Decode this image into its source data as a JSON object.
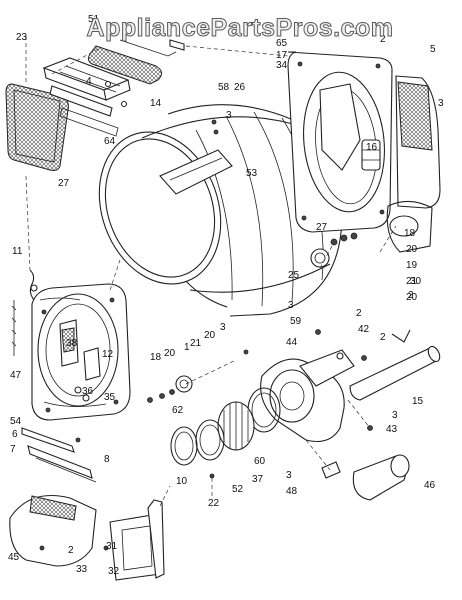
{
  "watermark": "AppliancePartsPros.com",
  "callouts": [
    {
      "text": "51"
    },
    {
      "text": "23"
    },
    {
      "text": "65"
    },
    {
      "text": "34"
    },
    {
      "text": "17"
    },
    {
      "text": "1"
    },
    {
      "text": "2"
    },
    {
      "text": "5"
    },
    {
      "text": "4"
    },
    {
      "text": "3"
    },
    {
      "text": "14"
    },
    {
      "text": "58"
    },
    {
      "text": "26"
    },
    {
      "text": "3"
    },
    {
      "text": "64"
    },
    {
      "text": "16"
    },
    {
      "text": "27"
    },
    {
      "text": "53"
    },
    {
      "text": "27"
    },
    {
      "text": "18"
    },
    {
      "text": "20"
    },
    {
      "text": "19"
    },
    {
      "text": "21"
    },
    {
      "text": "20"
    },
    {
      "text": "25"
    },
    {
      "text": "11"
    },
    {
      "text": "30"
    },
    {
      "text": "2"
    },
    {
      "text": "3"
    },
    {
      "text": "59"
    },
    {
      "text": "2"
    },
    {
      "text": "42"
    },
    {
      "text": "38"
    },
    {
      "text": "3"
    },
    {
      "text": "20"
    },
    {
      "text": "12"
    },
    {
      "text": "1"
    },
    {
      "text": "21"
    },
    {
      "text": "18"
    },
    {
      "text": "20"
    },
    {
      "text": "2"
    },
    {
      "text": "47"
    },
    {
      "text": "44"
    },
    {
      "text": "36"
    },
    {
      "text": "35"
    },
    {
      "text": "15"
    },
    {
      "text": "54"
    },
    {
      "text": "62"
    },
    {
      "text": "6"
    },
    {
      "text": "60"
    },
    {
      "text": "3"
    },
    {
      "text": "7"
    },
    {
      "text": "43"
    },
    {
      "text": "8"
    },
    {
      "text": "52"
    },
    {
      "text": "37"
    },
    {
      "text": "3"
    },
    {
      "text": "48"
    },
    {
      "text": "46"
    },
    {
      "text": "10"
    },
    {
      "text": "22"
    },
    {
      "text": "45"
    },
    {
      "text": "2"
    },
    {
      "text": "31"
    },
    {
      "text": "33"
    },
    {
      "text": "32"
    }
  ]
}
